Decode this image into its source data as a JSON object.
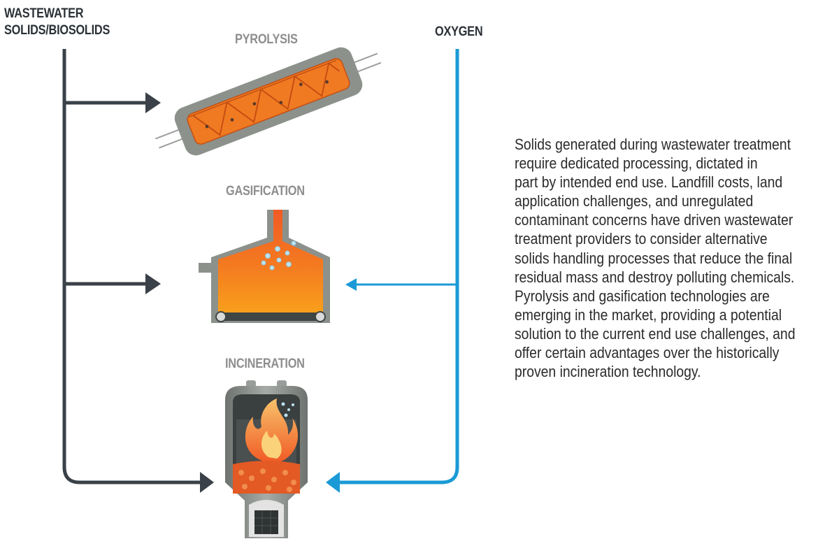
{
  "inputs": {
    "solids_label": "WASTEWATER\nSOLIDS/BIOSOLIDS",
    "oxygen_label": "OXYGEN"
  },
  "processes": [
    {
      "label": "PYROLYSIS",
      "icon": "pyrolysis-reactor-icon"
    },
    {
      "label": "GASIFICATION",
      "icon": "gasifier-icon"
    },
    {
      "label": "INCINERATION",
      "icon": "incinerator-icon"
    }
  ],
  "description": "Solids generated during wastewater treatment\nrequire dedicated processing, dictated in\npart by intended end use. Landfill costs, land\napplication challenges, and unregulated\ncontaminant concerns have driven wastewater\ntreatment providers to consider alternative\nsolids handling processes that reduce the final\nresidual mass and destroy polluting chemicals.\nPyrolysis and gasification technologies are\nemerging in the market, providing a potential\nsolution to the current end use challenges, and\noffer certain advantages over the historically\nproven incineration technology.",
  "colors": {
    "solids_line": "#3a4148",
    "oxygen_line": "#1a9ad6",
    "process_orange": "#f07a22",
    "vessel_gray": "#8c918c",
    "label_gray": "#8e8e8e"
  }
}
